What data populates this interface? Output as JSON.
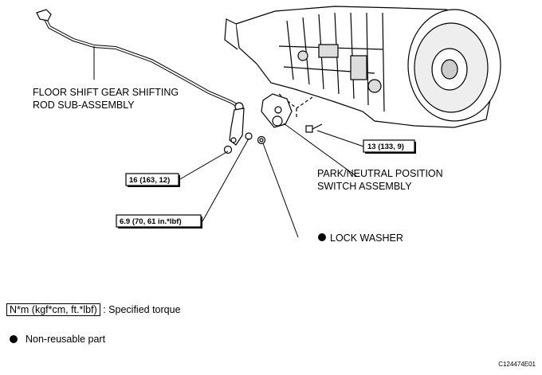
{
  "labels": {
    "shift_rod_line1": "FLOOR SHIFT GEAR SHIFTING",
    "shift_rod_line2": "ROD SUB-ASSEMBLY",
    "switch_line1": "PARK/NEUTRAL POSITION",
    "switch_line2": "SWITCH ASSEMBLY",
    "lock_washer": "LOCK WASHER"
  },
  "torques": {
    "bolt": "13 (133, 9)",
    "nut": "16 (163, 12)",
    "lever_nut": "6.9 (70, 61 in.*lbf)"
  },
  "legend": {
    "torque_unit": "N*m (kgf*cm, ft.*lbf)",
    "torque_desc": ": Specified torque",
    "nonreusable": "Non-reusable part"
  },
  "figure_code": "C124474E01"
}
